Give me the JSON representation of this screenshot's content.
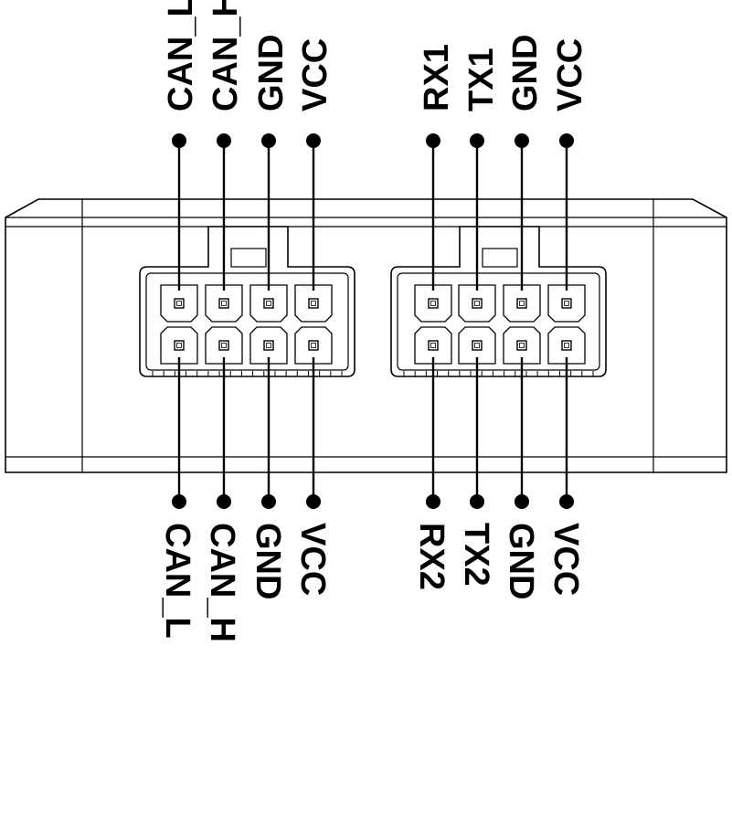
{
  "connectors": [
    {
      "top_pins": [
        "CAN_L",
        "CAN_H",
        "GND",
        "VCC"
      ],
      "bottom_pins": [
        "CAN_L",
        "CAN_H",
        "GND",
        "VCC"
      ]
    },
    {
      "top_pins": [
        "RX1",
        "TX1",
        "GND",
        "VCC"
      ],
      "bottom_pins": [
        "RX2",
        "TX2",
        "GND",
        "VCC"
      ]
    }
  ],
  "colors": {
    "line": "#000000",
    "background": "#ffffff"
  }
}
